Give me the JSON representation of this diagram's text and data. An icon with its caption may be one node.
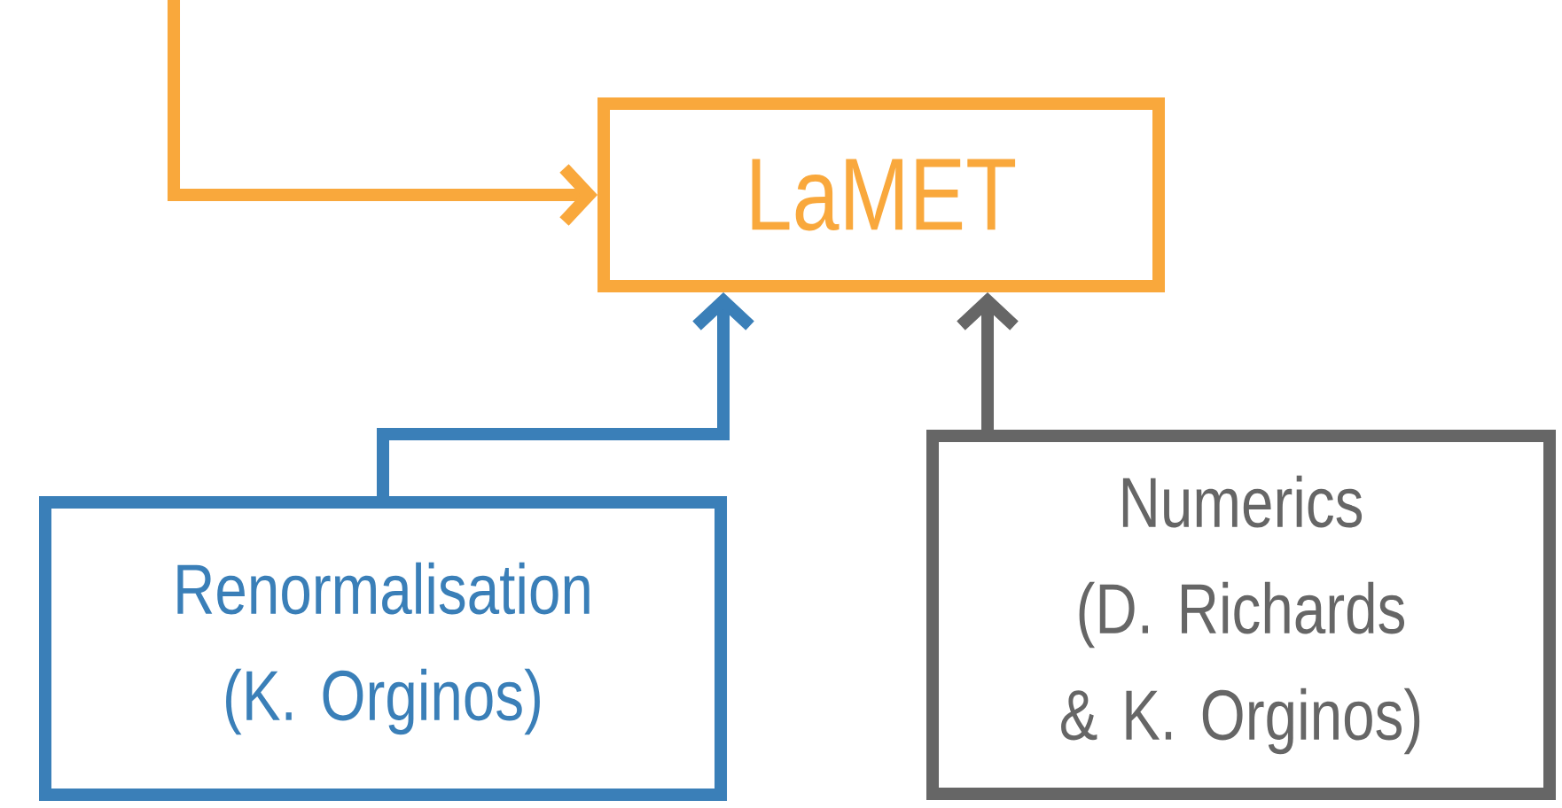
{
  "diagram": {
    "nodes": [
      {
        "text": [
          "LaMET"
        ]
      },
      {
        "text": [
          "Renormalisation (K. Orginos)"
        ]
      },
      {
        "text": [
          "Numerics",
          "(D. Richards & K. Orginos)"
        ]
      }
    ],
    "edges": [
      {
        "from": null,
        "to": 0,
        "arrow": "to",
        "color": "#f9a83c"
      },
      {
        "from": 1,
        "to": 0,
        "arrow": "to",
        "color": "#3a7fb8"
      },
      {
        "from": 2,
        "to": 0,
        "arrow": "to",
        "color": "#666666"
      }
    ]
  }
}
